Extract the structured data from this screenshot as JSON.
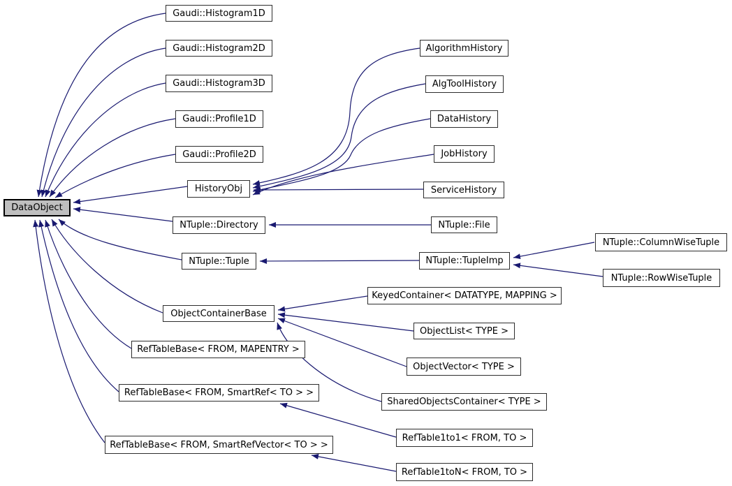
{
  "diagram": {
    "kind": "class-inheritance-graph",
    "base_class": "DataObject"
  },
  "colors": {
    "edge": "#191970",
    "node_fill": "#ffffff",
    "node_border": "#2d2d2d",
    "highlight_fill": "#bfbfbf",
    "highlight_border": "#000000",
    "text": "#000000",
    "background": "#ffffff"
  },
  "nodes": [
    {
      "id": "dataobject",
      "label": "DataObject",
      "highlighted": true
    },
    {
      "id": "histogram1d",
      "label": "Gaudi::Histogram1D"
    },
    {
      "id": "histogram2d",
      "label": "Gaudi::Histogram2D"
    },
    {
      "id": "histogram3d",
      "label": "Gaudi::Histogram3D"
    },
    {
      "id": "profile1d",
      "label": "Gaudi::Profile1D"
    },
    {
      "id": "profile2d",
      "label": "Gaudi::Profile2D"
    },
    {
      "id": "historyobj",
      "label": "HistoryObj"
    },
    {
      "id": "ntuple-directory",
      "label": "NTuple::Directory"
    },
    {
      "id": "ntuple-tuple",
      "label": "NTuple::Tuple"
    },
    {
      "id": "objectcontainerbase",
      "label": "ObjectContainerBase"
    },
    {
      "id": "reftablebase-mapentry",
      "label": "RefTableBase< FROM, MAPENTRY >"
    },
    {
      "id": "reftablebase-smartref",
      "label": "RefTableBase< FROM, SmartRef< TO > >"
    },
    {
      "id": "reftablebase-smartrefvector",
      "label": "RefTableBase< FROM, SmartRefVector< TO > >"
    },
    {
      "id": "algorithmhistory",
      "label": "AlgorithmHistory"
    },
    {
      "id": "algtoolhistory",
      "label": "AlgToolHistory"
    },
    {
      "id": "datahistory",
      "label": "DataHistory"
    },
    {
      "id": "jobhistory",
      "label": "JobHistory"
    },
    {
      "id": "servicehistory",
      "label": "ServiceHistory"
    },
    {
      "id": "ntuple-file",
      "label": "NTuple::File"
    },
    {
      "id": "ntuple-tupleimp",
      "label": "NTuple::TupleImp"
    },
    {
      "id": "ntuple-columnwisetuple",
      "label": "NTuple::ColumnWiseTuple"
    },
    {
      "id": "ntuple-rowwisetuple",
      "label": "NTuple::RowWiseTuple"
    },
    {
      "id": "keyedcontainer",
      "label": "KeyedContainer< DATATYPE, MAPPING >"
    },
    {
      "id": "objectlist",
      "label": "ObjectList< TYPE >"
    },
    {
      "id": "objectvector",
      "label": "ObjectVector< TYPE >"
    },
    {
      "id": "sharedobjectscontainer",
      "label": "SharedObjectsContainer< TYPE >"
    },
    {
      "id": "reftable1to1",
      "label": "RefTable1to1< FROM, TO >"
    },
    {
      "id": "reftable1ton",
      "label": "RefTable1toN< FROM, TO >"
    }
  ],
  "edges": [
    {
      "from": "Gaudi::Histogram1D",
      "to": "DataObject"
    },
    {
      "from": "Gaudi::Histogram2D",
      "to": "DataObject"
    },
    {
      "from": "Gaudi::Histogram3D",
      "to": "DataObject"
    },
    {
      "from": "Gaudi::Profile1D",
      "to": "DataObject"
    },
    {
      "from": "Gaudi::Profile2D",
      "to": "DataObject"
    },
    {
      "from": "HistoryObj",
      "to": "DataObject"
    },
    {
      "from": "NTuple::Directory",
      "to": "DataObject"
    },
    {
      "from": "NTuple::Tuple",
      "to": "DataObject"
    },
    {
      "from": "ObjectContainerBase",
      "to": "DataObject"
    },
    {
      "from": "RefTableBase< FROM, MAPENTRY >",
      "to": "DataObject"
    },
    {
      "from": "RefTableBase< FROM, SmartRef< TO > >",
      "to": "DataObject"
    },
    {
      "from": "RefTableBase< FROM, SmartRefVector< TO > >",
      "to": "DataObject"
    },
    {
      "from": "AlgorithmHistory",
      "to": "HistoryObj"
    },
    {
      "from": "AlgToolHistory",
      "to": "HistoryObj"
    },
    {
      "from": "DataHistory",
      "to": "HistoryObj"
    },
    {
      "from": "JobHistory",
      "to": "HistoryObj"
    },
    {
      "from": "ServiceHistory",
      "to": "HistoryObj"
    },
    {
      "from": "NTuple::File",
      "to": "NTuple::Directory"
    },
    {
      "from": "NTuple::TupleImp",
      "to": "NTuple::Tuple"
    },
    {
      "from": "NTuple::ColumnWiseTuple",
      "to": "NTuple::TupleImp"
    },
    {
      "from": "NTuple::RowWiseTuple",
      "to": "NTuple::TupleImp"
    },
    {
      "from": "KeyedContainer< DATATYPE, MAPPING >",
      "to": "ObjectContainerBase"
    },
    {
      "from": "ObjectList< TYPE >",
      "to": "ObjectContainerBase"
    },
    {
      "from": "ObjectVector< TYPE >",
      "to": "ObjectContainerBase"
    },
    {
      "from": "SharedObjectsContainer< TYPE >",
      "to": "ObjectContainerBase"
    },
    {
      "from": "RefTable1to1< FROM, TO >",
      "to": "RefTableBase< FROM, SmartRef< TO > >"
    },
    {
      "from": "RefTable1toN< FROM, TO >",
      "to": "RefTableBase< FROM, SmartRefVector< TO > >"
    }
  ]
}
